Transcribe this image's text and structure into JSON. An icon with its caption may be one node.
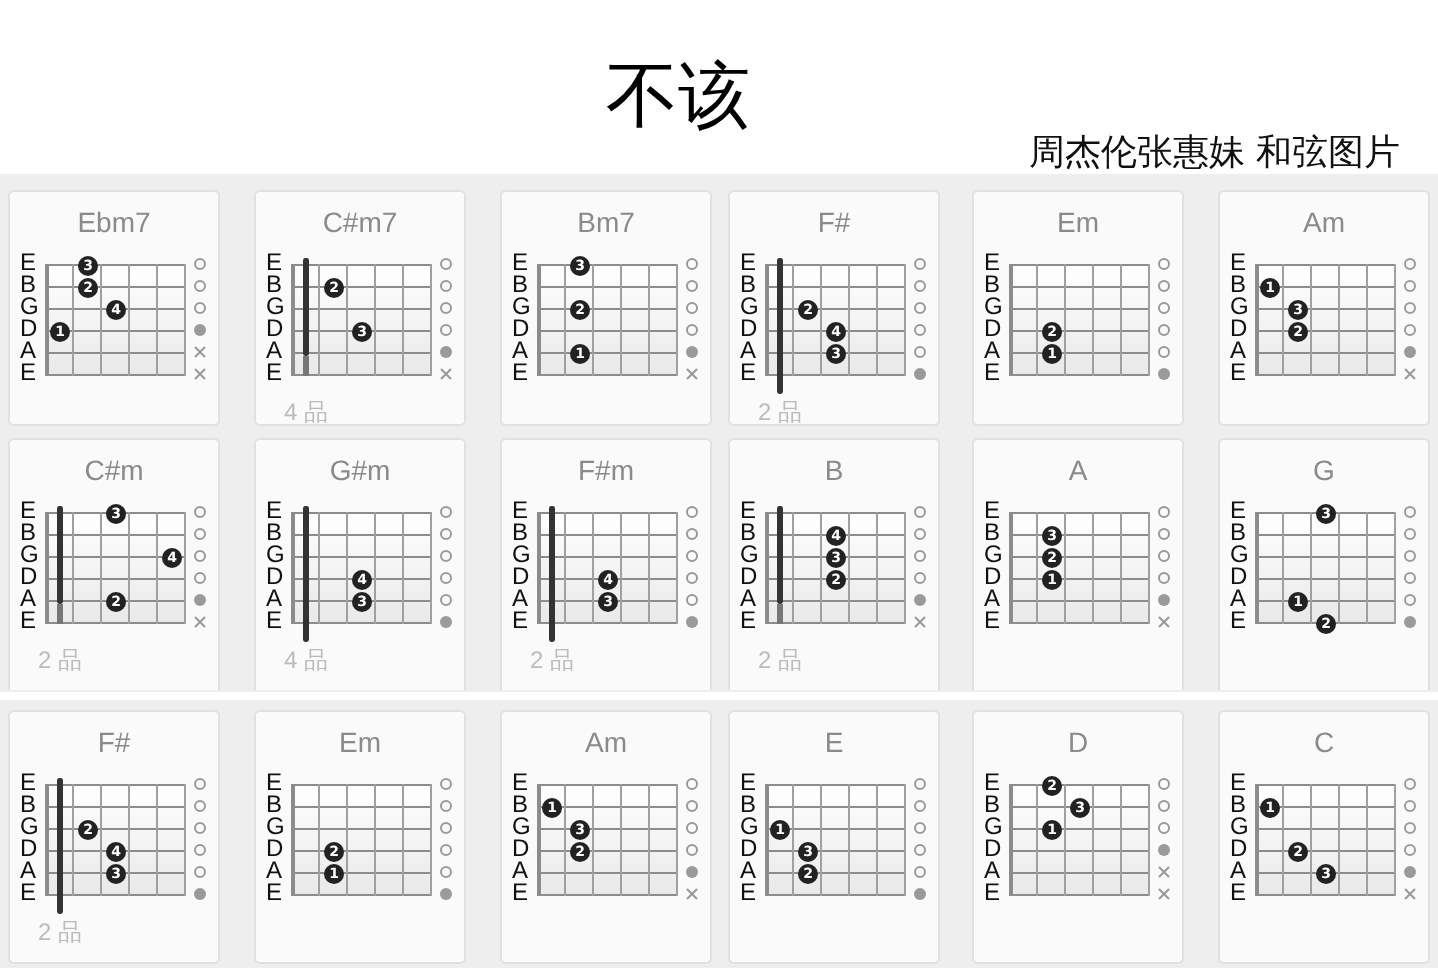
{
  "diagram": {
    "title": "不该",
    "nodes": [
      {
        "text": [
          "Ebm7",
          "E B G D A E"
        ]
      },
      {
        "text": [
          "3"
        ],
        "in": 0
      },
      {
        "text": [
          "2"
        ],
        "in": 0
      },
      {
        "text": [
          "4"
        ],
        "in": 0
      },
      {
        "text": [
          "1"
        ],
        "in": 0
      },
      {
        "text": [
          "C#m7",
          "E B G D A E",
          "4 品"
        ]
      },
      {
        "text": [
          "2"
        ],
        "in": 5
      },
      {
        "text": [
          "3"
        ],
        "in": 5
      },
      {
        "text": [
          "Bm7",
          "E B G D A E"
        ]
      },
      {
        "text": [
          "3"
        ],
        "in": 8
      },
      {
        "text": [
          "2"
        ],
        "in": 8
      },
      {
        "text": [
          "1"
        ],
        "in": 8
      },
      {
        "text": [
          "F#",
          "E B G D A E",
          "2 品"
        ]
      },
      {
        "text": [
          "2"
        ],
        "in": 12
      },
      {
        "text": [
          "4"
        ],
        "in": 12
      },
      {
        "text": [
          "3"
        ],
        "in": 12
      },
      {
        "text": [
          "Em",
          "E B G D A E"
        ]
      },
      {
        "text": [
          "2"
        ],
        "in": 16
      },
      {
        "text": [
          "1"
        ],
        "in": 16
      },
      {
        "text": [
          "Am",
          "E B G D A E"
        ]
      },
      {
        "text": [
          "1"
        ],
        "in": 19
      },
      {
        "text": [
          "3"
        ],
        "in": 19
      },
      {
        "text": [
          "2"
        ],
        "in": 19
      },
      {
        "text": [
          "C#m",
          "E B G D A E",
          "2 品"
        ]
      },
      {
        "text": [
          "3"
        ],
        "in": 23
      },
      {
        "text": [
          "4"
        ],
        "in": 23
      },
      {
        "text": [
          "2"
        ],
        "in": 23
      },
      {
        "text": [
          "G#m",
          "E B G D A E",
          "4 品"
        ]
      },
      {
        "text": [
          "4"
        ],
        "in": 27
      },
      {
        "text": [
          "3"
        ],
        "in": 27
      },
      {
        "text": [
          "F#m",
          "E B G D A E",
          "2 品"
        ]
      },
      {
        "text": [
          "4"
        ],
        "in": 30
      },
      {
        "text": [
          "3"
        ],
        "in": 30
      },
      {
        "text": [
          "B",
          "E B G D A E",
          "2 品"
        ]
      },
      {
        "text": [
          "4"
        ],
        "in": 33
      },
      {
        "text": [
          "3"
        ],
        "in": 33
      },
      {
        "text": [
          "2"
        ],
        "in": 33
      },
      {
        "text": [
          "A",
          "E B G D A E"
        ]
      },
      {
        "text": [
          "3"
        ],
        "in": 37
      },
      {
        "text": [
          "2"
        ],
        "in": 37
      },
      {
        "text": [
          "1"
        ],
        "in": 37
      },
      {
        "text": [
          "G",
          "E B G D A E"
        ]
      },
      {
        "text": [
          "3"
        ],
        "in": 41
      },
      {
        "text": [
          "1"
        ],
        "in": 41
      },
      {
        "text": [
          "2"
        ],
        "in": 41
      },
      {
        "text": [
          "F#",
          "E B G D A E",
          "2 品"
        ]
      },
      {
        "text": [
          "2"
        ],
        "in": 45
      },
      {
        "text": [
          "4"
        ],
        "in": 45
      },
      {
        "text": [
          "3"
        ],
        "in": 45
      },
      {
        "text": [
          "Em",
          "E B G D A E"
        ]
      },
      {
        "text": [
          "2"
        ],
        "in": 49
      },
      {
        "text": [
          "1"
        ],
        "in": 49
      },
      {
        "text": [
          "Am",
          "E B G D A E"
        ]
      },
      {
        "text": [
          "1"
        ],
        "in": 52
      },
      {
        "text": [
          "3"
        ],
        "in": 52
      },
      {
        "text": [
          "2"
        ],
        "in": 52
      },
      {
        "text": [
          "E",
          "E B G D A E"
        ]
      },
      {
        "text": [
          "1"
        ],
        "in": 56
      },
      {
        "text": [
          "3"
        ],
        "in": 56
      },
      {
        "text": [
          "2"
        ],
        "in": 56
      },
      {
        "text": [
          "D",
          "E B G D A E"
        ]
      },
      {
        "text": [
          "2"
        ],
        "in": 60
      },
      {
        "text": [
          "3"
        ],
        "in": 60
      },
      {
        "text": [
          "1"
        ],
        "in": 60
      },
      {
        "text": [
          "C",
          "E B G D A E"
        ]
      },
      {
        "text": [
          "1"
        ],
        "in": 64
      },
      {
        "text": [
          "2"
        ],
        "in": 64
      },
      {
        "text": [
          "3"
        ],
        "in": 64
      }
    ],
    "labels": [
      "周杰伦张惠妹 和弦图片"
    ]
  }
}
